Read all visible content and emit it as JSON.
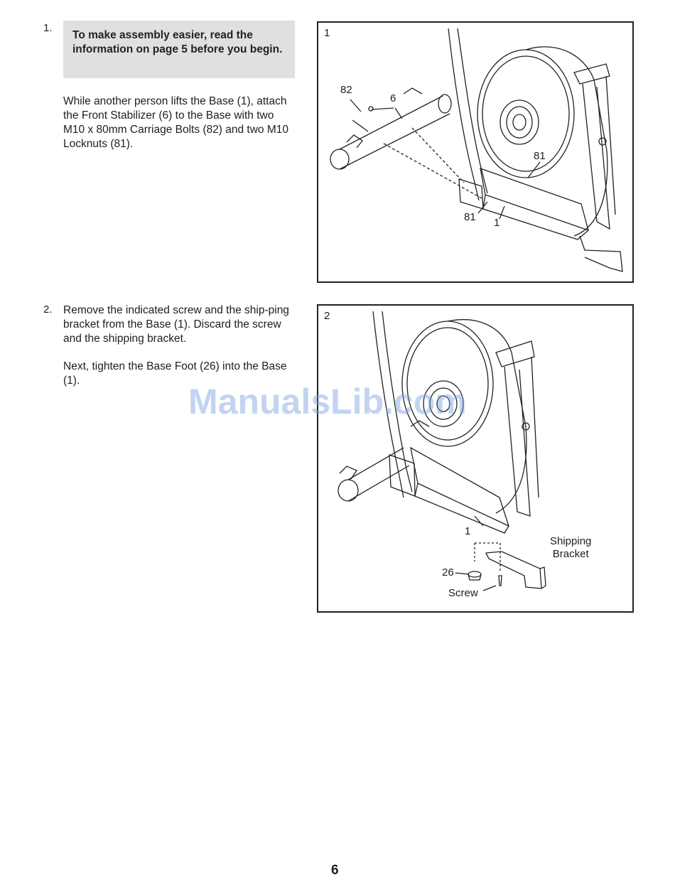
{
  "steps": [
    {
      "number": "1.",
      "note": "To make assembly easier, read the information on page 5 before you begin.",
      "paragraphs": [
        "While another person lifts the Base (1), attach the Front Stabilizer (6) to the Base with two M10 x 80mm Carriage Bolts (82) and two M10 Locknuts (81)."
      ]
    },
    {
      "number": "2.",
      "paragraphs": [
        "Remove the indicated screw and the ship-ping bracket from the Base (1). Discard the screw and the shipping bracket.",
        "Next, tighten the Base Foot (26) into the Base (1)."
      ]
    }
  ],
  "figures": [
    {
      "number": "1",
      "callouts": {
        "c82": "82",
        "c6": "6",
        "c81_top": "81",
        "c81_bottom": "81",
        "c1": "1"
      }
    },
    {
      "number": "2",
      "callouts": {
        "c1": "1",
        "c26": "26",
        "screw": "Screw",
        "shipping_line1": "Shipping",
        "shipping_line2": "Bracket"
      }
    }
  ],
  "watermark": "ManualsLib.com",
  "page_number": "6"
}
